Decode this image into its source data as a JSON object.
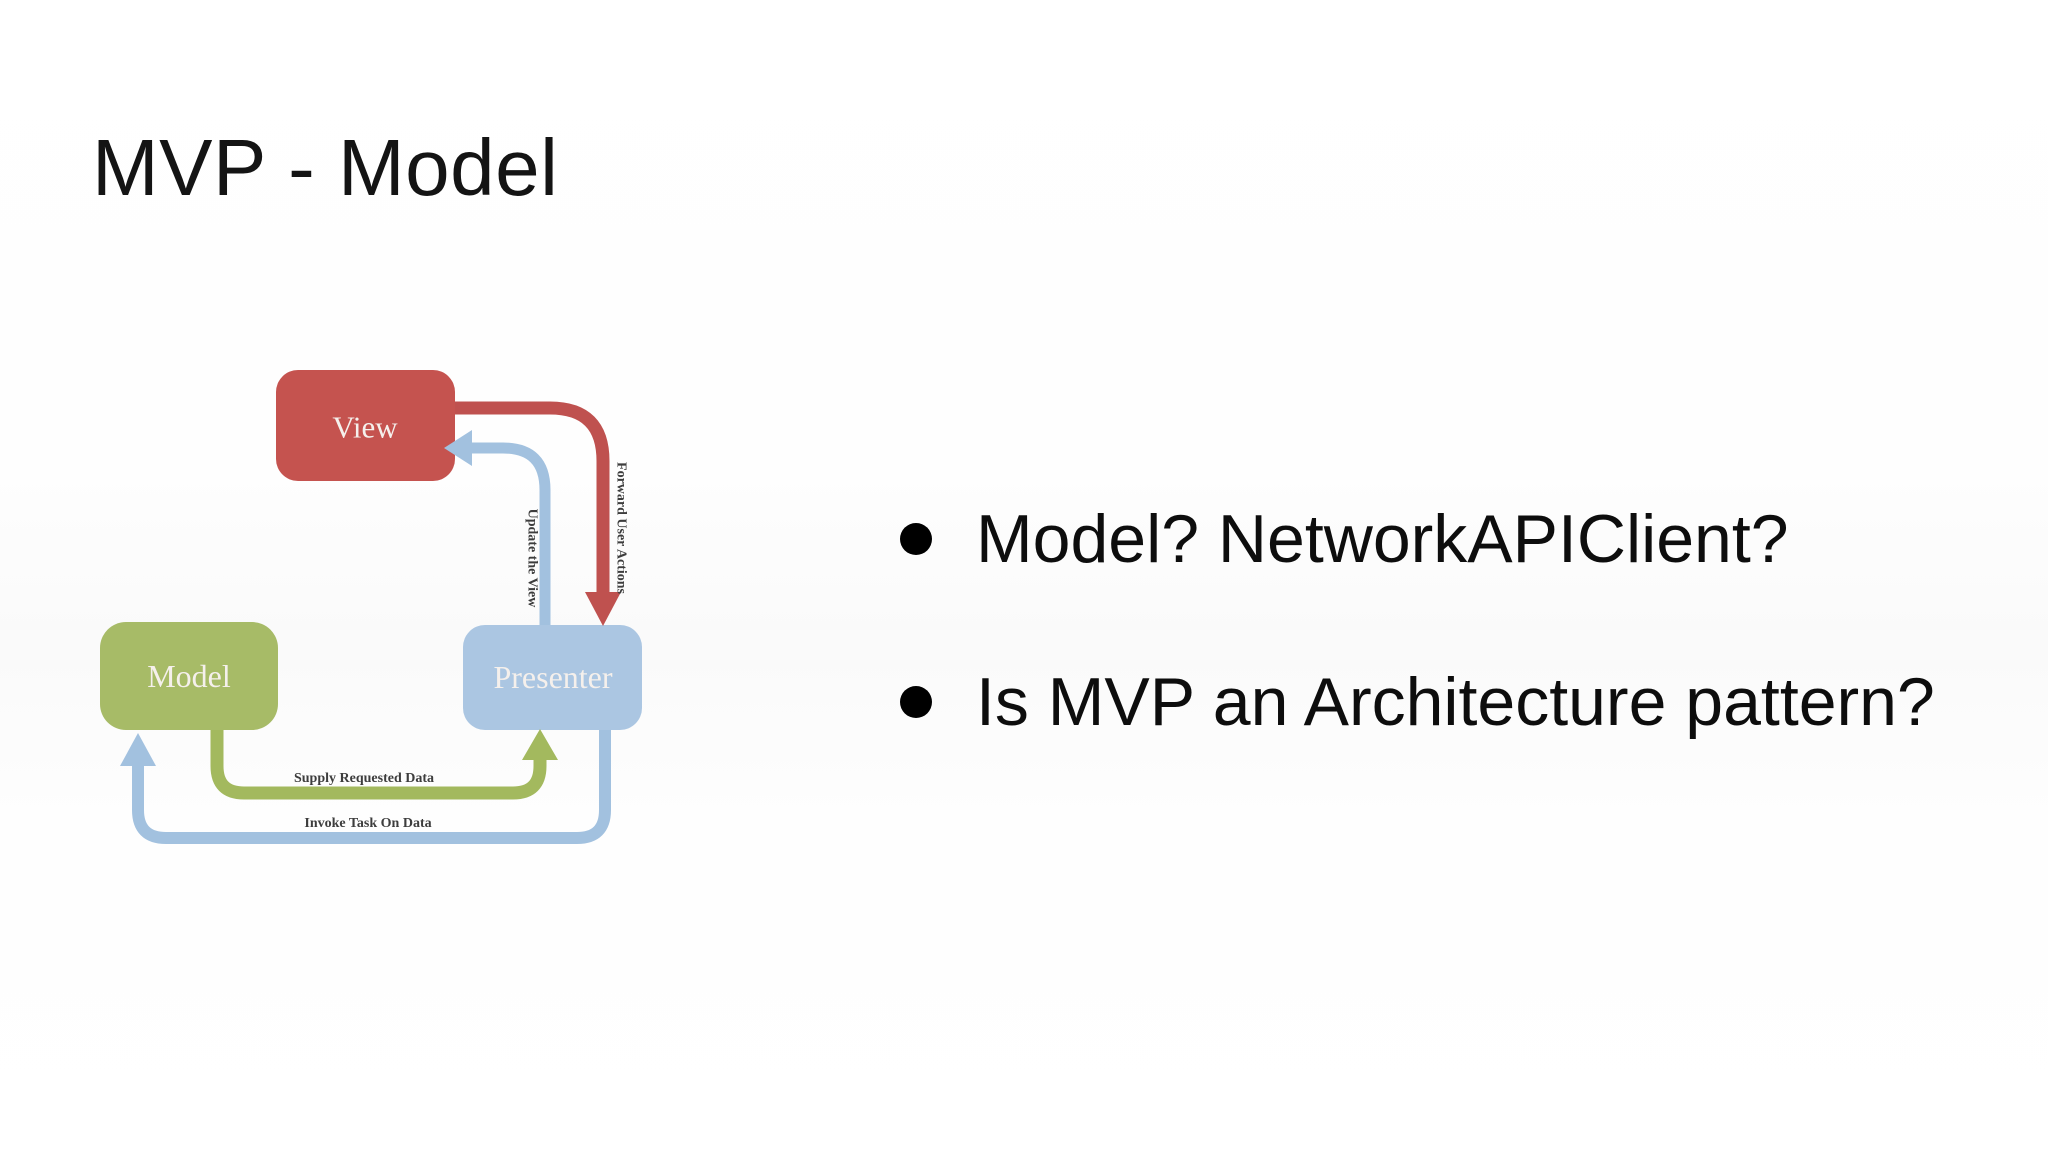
{
  "slide": {
    "title": "MVP - Model",
    "bullets": [
      {
        "text": "Model? NetworkAPIClient?"
      },
      {
        "text": "Is MVP an Architecture pattern?"
      }
    ]
  },
  "diagram": {
    "nodes": {
      "view": {
        "label": "View",
        "fill": "#c5534f"
      },
      "model": {
        "label": "Model",
        "fill": "#a7bb67"
      },
      "presenter": {
        "label": "Presenter",
        "fill": "#abc6e2"
      }
    },
    "edges": {
      "forward": {
        "label": "Forward User Actions",
        "color": "#bf514f"
      },
      "update": {
        "label": "Update the View",
        "color": "#a2c1df"
      },
      "supply": {
        "label": "Supply Requested Data",
        "color": "#a3b95e"
      },
      "invoke": {
        "label": "Invoke Task On Data",
        "color": "#a2c1df"
      }
    },
    "edge_label_color": "#3d3d3d",
    "node_text_color": "#f5f0ec"
  },
  "bullet_color": "#000000"
}
